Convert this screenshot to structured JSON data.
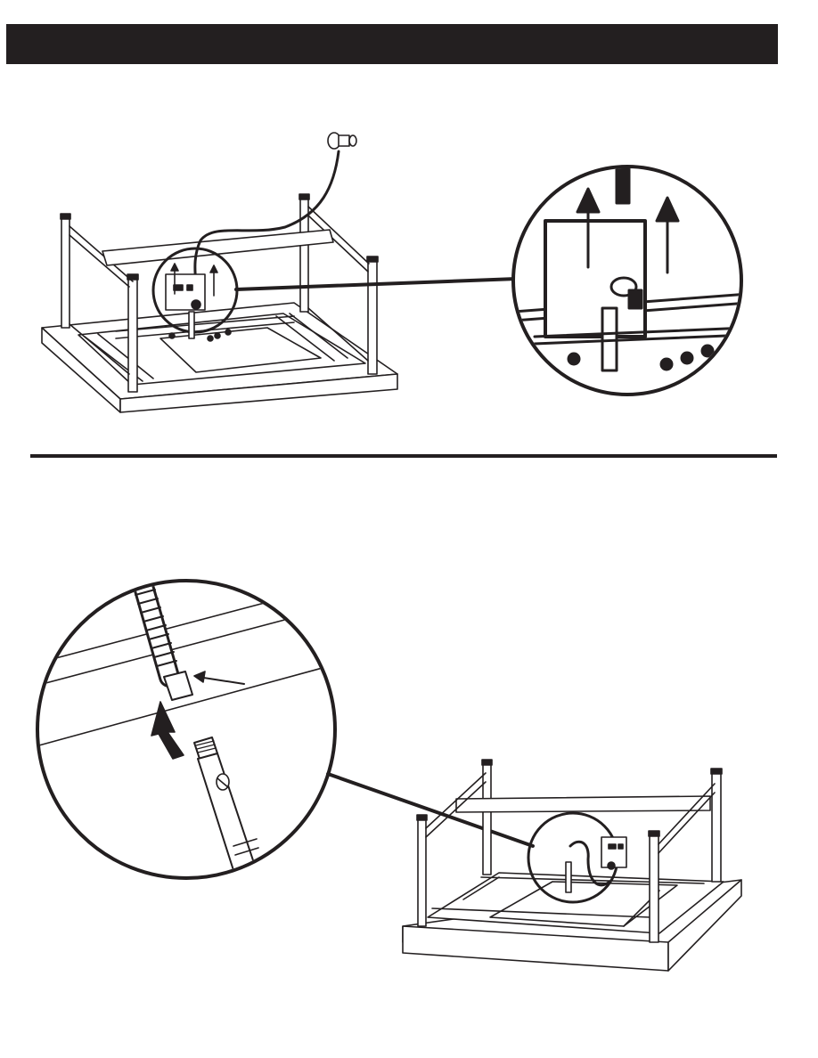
{
  "page": {
    "header_bar_color": "#231f20",
    "background": "#ffffff"
  },
  "steps": [
    {
      "illustration": "table-frame-underside-remove-control-panel",
      "callout_arrows": 2
    },
    {
      "illustration": "table-frame-underside-connect-gas-hose",
      "callout_arrows": 2
    }
  ]
}
